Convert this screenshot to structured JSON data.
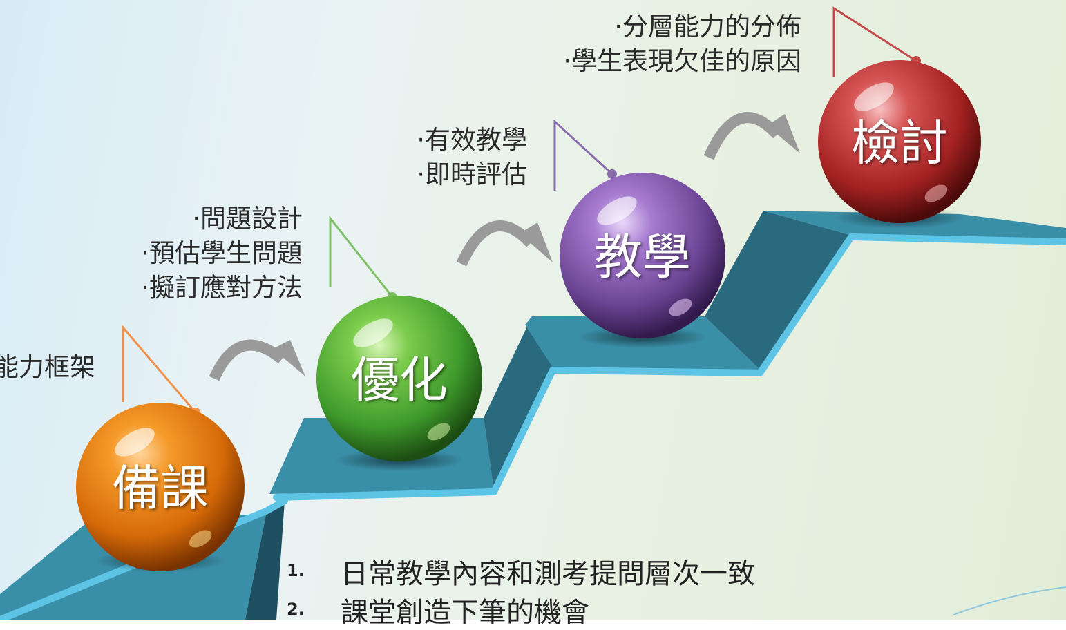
{
  "stages": [
    {
      "name": "備課",
      "color": "#e77a12",
      "bullets": [
        "能力框架"
      ]
    },
    {
      "name": "優化",
      "color": "#4ea63a",
      "bullets": [
        "·問題設計",
        "·預估學生問題",
        "·擬訂應對方法"
      ]
    },
    {
      "name": "教學",
      "color": "#7e52a8",
      "bullets": [
        "·有效教學",
        "·即時評估"
      ]
    },
    {
      "name": "檢討",
      "color": "#b52a2a",
      "bullets": [
        "·分層能力的分佈",
        "·學生表現欠佳的原因"
      ]
    }
  ],
  "takeaways": [
    {
      "number": "1.",
      "text": "日常教學內容和測考提問層次一致"
    },
    {
      "number": "2.",
      "text": "課堂創造下筆的機會"
    }
  ],
  "colors": {
    "stair_top": "#3a8fa8",
    "stair_riser": "#2a6a7e",
    "stair_edge": "#5ec4e6",
    "arrow": "#9a9a9a"
  }
}
